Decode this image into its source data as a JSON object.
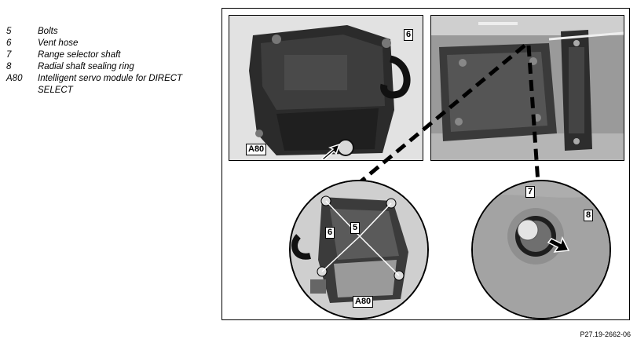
{
  "legend": {
    "items": [
      {
        "code": "5",
        "text": "Bolts"
      },
      {
        "code": "6",
        "text": "Vent hose"
      },
      {
        "code": "7",
        "text": "Range selector shaft"
      },
      {
        "code": "8",
        "text": "Radial shaft sealing ring"
      },
      {
        "code": "A80",
        "text": "Intelligent servo module for DIRECT SELECT"
      }
    ]
  },
  "callouts": {
    "top_left_6": "6",
    "top_left_a80": "A80",
    "circle_left_5": "5",
    "circle_left_6": "6",
    "circle_left_a80": "A80",
    "circle_right_7": "7",
    "circle_right_8": "8"
  },
  "reference": "P27.19-2662-06"
}
